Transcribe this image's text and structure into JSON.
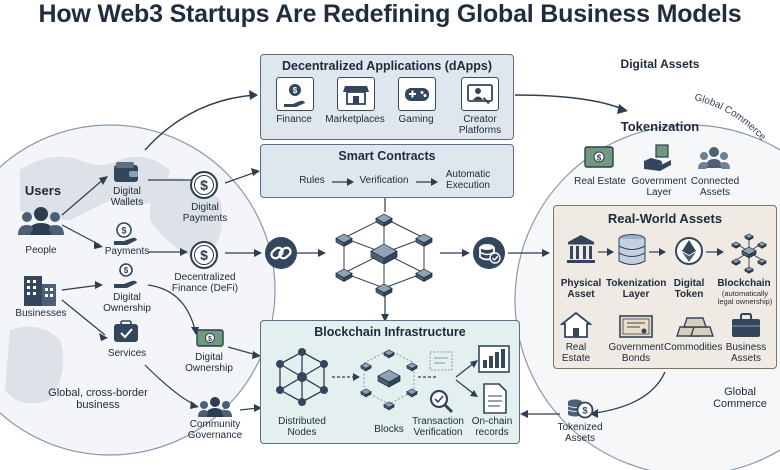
{
  "title": "How Web3 Startups Are Redefining Global Business Models",
  "left": {
    "users": "Users",
    "people": "People",
    "businesses": "Businesses",
    "flows": [
      "Digital Wallets",
      "Payments",
      "Digital Ownership",
      "Services"
    ],
    "global": "Global, cross-border business"
  },
  "middle_left": {
    "digital_payments": "Digital Payments",
    "defi": "Decentralized Finance (DeFi)",
    "digital_ownership": "Digital Ownership",
    "community": "Community Governance"
  },
  "dapps": {
    "title": "Decentralized Applications (dApps)",
    "items": [
      "Finance",
      "Marketplaces",
      "Gaming",
      "Creator Platforms"
    ]
  },
  "smart_contracts": {
    "title": "Smart Contracts",
    "steps": [
      "Rules",
      "Verification",
      "Automatic Execution"
    ]
  },
  "blockchain": {
    "title": "Blockchain Infrastructure",
    "items": [
      "Distributed Nodes",
      "Blocks",
      "Transaction Verification",
      "On-chain records"
    ]
  },
  "right": {
    "digital_assets": "Digital Assets",
    "global_commerce_arc": "Global Commerce",
    "tokenization_title": "Tokenization",
    "tokenization_items": [
      "Real Estate",
      "Government Layer",
      "Connected Assets"
    ],
    "rwa_title": "Real-World Assets",
    "rwa_flow": [
      "Physical Asset",
      "Tokenization Layer",
      "Digital Token",
      "Blockchain"
    ],
    "rwa_note": "(automatically legal ownership)",
    "rwa_types": [
      "Real Estate",
      "Government Bonds",
      "Commodities",
      "Business Assets"
    ],
    "global_commerce": "Global Commerce",
    "tokenized_assets": "Tokenized Assets"
  },
  "colors": {
    "panel": "#dfe6ee",
    "panel_border": "#5b6f86",
    "dark": "#2e3d4f",
    "green_panel": "#e3f0ef",
    "rwa_panel": "#efeae3",
    "dark_blue": "#34465c"
  }
}
